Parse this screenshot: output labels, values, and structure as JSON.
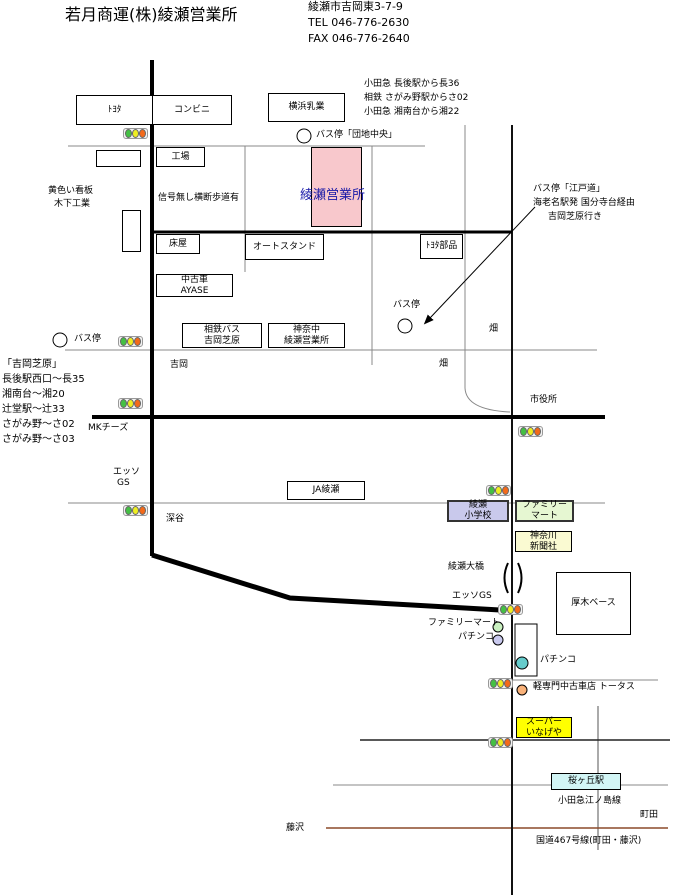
{
  "header": {
    "title": "若月商運(株)綾瀬営業所",
    "address": "綾瀬市吉岡東3-7-9",
    "tel": "TEL 046-776-2630",
    "fax": "FAX 046-776-2640"
  },
  "bus_info_top": [
    "小田急 長後駅から長36",
    "相鉄 さがみ野駅からさ02",
    "小田急 湘南台から湘22"
  ],
  "bus_stop_danchi": "バス停「団地中央」",
  "bus_info_edodo": [
    "バス停「江戸道」",
    "海老名駅発 国分寺台経由",
    "吉岡芝原行き"
  ],
  "buildings": {
    "toyota": "ﾄﾖﾀ",
    "conbini": "コンビニ",
    "yokohama_nyugyo": "横浜乳業",
    "kojo": "工場",
    "office": "綾瀬営業所",
    "tokoya": "床屋",
    "auto_stand": "オートスタンド",
    "toyota_parts": "ﾄﾖﾀ部品",
    "used_car": [
      "中古車",
      "AYASE"
    ],
    "sotetsu_bus": [
      "相鉄バス",
      "吉岡芝原"
    ],
    "kanachu": [
      "神奈中",
      "綾瀬営業所"
    ],
    "ja": "JA綾瀬",
    "school": [
      "綾瀬",
      "小学校"
    ],
    "familymart": [
      "ファミリー",
      "マート"
    ],
    "newspaper": [
      "神奈川",
      "新聞社"
    ],
    "atsugi_base": "厚木ベース",
    "supermarket": [
      "スーパー",
      "いなげや"
    ],
    "station": "桜ヶ丘駅"
  },
  "labels": {
    "yellow_sign": [
      "黄色い看板",
      "木下工業"
    ],
    "crosswalk": "信号無し横断歩道有",
    "bus_stop_left": "バス停",
    "bus_stop_right": "バス停",
    "hatake_1": "畑",
    "hatake_2": "畑",
    "yoshioka": "吉岡",
    "mk_cheese": "MKチーズ",
    "city_hall": "市役所",
    "esso_left": [
      "エッソ",
      "GS"
    ],
    "fukaya": "深谷",
    "ayase_ohashi": "綾瀬大橋",
    "esso_right": "エッソGS",
    "familymart_pt": "ファミリーマート",
    "pachinko_1": "パチンコ",
    "pachinko_2": "パチンコ",
    "tortoise": "軽専門中古車店 トータス",
    "odakyu_line": "小田急江ノ島線",
    "machida": "町田",
    "fujisawa": "藤沢",
    "route467": "国道467号線(町田・藤沢)"
  },
  "left_bus_info": [
    "「吉岡芝原」",
    "長後駅西口～長35",
    "湘南台～湘20",
    "辻堂駅～辻33",
    "さがみ野～さ02",
    "さがみ野～さ03"
  ],
  "colors": {
    "office_fill": "#f8c8cc",
    "office_text": "#1a1aa8",
    "school_fill": "#c9c9ec",
    "familymart_fill": "#e6f7d2",
    "newspaper_fill": "#fafad2",
    "supermarket_fill": "#ffff00",
    "station_fill": "#d2f5f5"
  }
}
